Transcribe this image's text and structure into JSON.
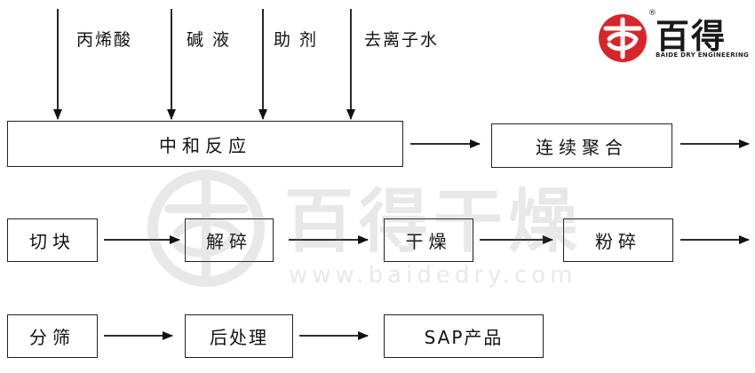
{
  "inputs": [
    "丙烯酸",
    "碱 液",
    "助 剂",
    "去离子水"
  ],
  "steps": {
    "neutralization": "中和反应",
    "polymerization": "连续聚合",
    "cutting": "切块",
    "crushing": "解碎",
    "drying": "干燥",
    "grinding": "粉碎",
    "screening": "分筛",
    "post_processing": "后处理",
    "product": "SAP产品"
  },
  "logo": {
    "name": "百得",
    "subtitle": "BAIDE DRY ENGINEERING",
    "reg": "®",
    "mark_color": "#d7262b"
  },
  "watermark": {
    "name": "百得干燥",
    "url": "www.baidedry.com"
  }
}
